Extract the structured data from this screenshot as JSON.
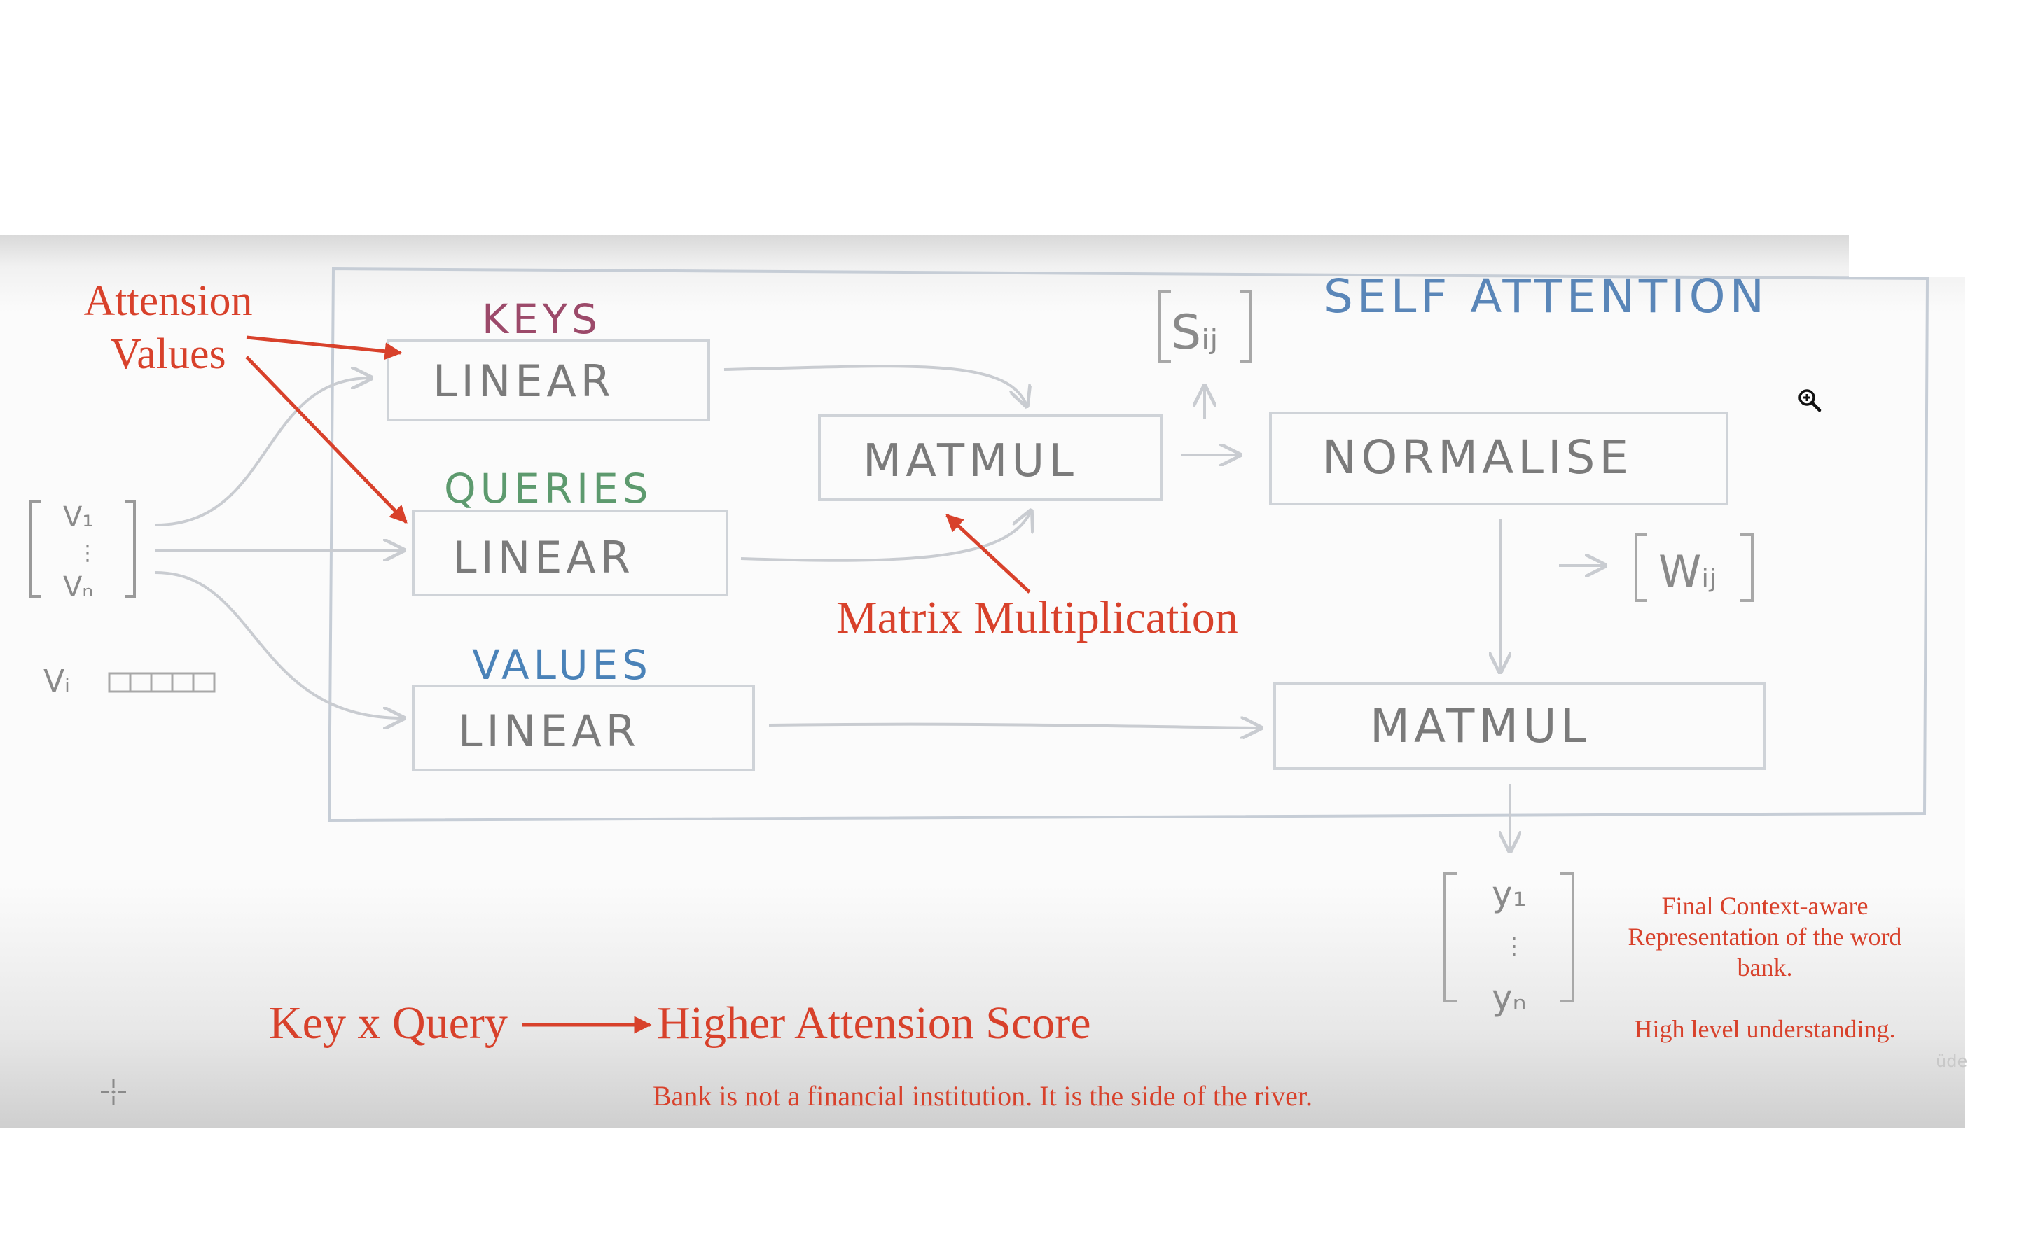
{
  "diagram": {
    "title": "SELF ATTENTION",
    "input_vector": {
      "top": "V₁",
      "bottom": "Vₙ",
      "element": "Vᵢ"
    },
    "keys": {
      "label": "KEYS",
      "box": "LINEAR"
    },
    "queries": {
      "label": "QUERIES",
      "box": "LINEAR"
    },
    "values": {
      "label": "VALUES",
      "box": "LINEAR"
    },
    "matmul_scores": "MATMUL",
    "normalise": "NORMALISE",
    "matmul_output": "MATMUL",
    "scores_symbol": "Sᵢⱼ",
    "weights_symbol": "Wᵢⱼ",
    "output_vector": {
      "top": "y₁",
      "bottom": "yₙ"
    }
  },
  "annotations": {
    "attension_values": [
      "Attension",
      "Values"
    ],
    "matrix_multiplication": "Matrix Multiplication",
    "key_query": "Key x Query",
    "higher_score": "Higher Attension Score",
    "final_representation": [
      "Final Context-aware",
      "Representation of the word",
      "bank.",
      "",
      "High level understanding."
    ],
    "bank_note": "Bank is not a financial institution. It is the side of the river."
  },
  "brand_mark": "üde",
  "colors": {
    "annotation": "#d8412b",
    "keys": "#9c4a6a",
    "queries": "#5d9a6e",
    "values": "#4a82b8",
    "title": "#5a86b8",
    "sketch": "#7b7b7b",
    "box_border": "#cfd3d8"
  },
  "icons": {
    "move": "move-icon",
    "zoom": "zoom-in-icon"
  }
}
